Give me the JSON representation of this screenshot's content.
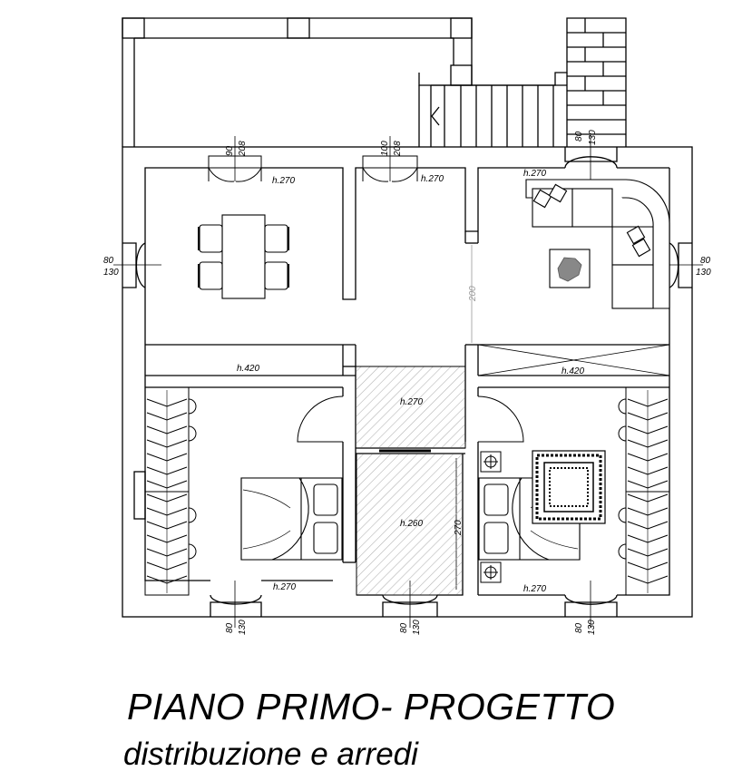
{
  "title": "PIANO PRIMO- PROGETTO",
  "subtitle": "distribuzione e arredi",
  "heights": {
    "dining": "h.270",
    "hall": "h.270",
    "living": "h.270",
    "closet_left": "h.420",
    "closet_right": "h.420",
    "landing": "h.270",
    "corridor": "h.260",
    "bedroom_left": "h.270",
    "bedroom_right": "h.270"
  },
  "windows": {
    "top_door_left": [
      "90",
      "208"
    ],
    "top_door_mid": [
      "100",
      "208"
    ],
    "top_right": [
      "80",
      "130"
    ],
    "left": [
      "80",
      "130"
    ],
    "right": [
      "80",
      "130"
    ],
    "bottom_left": [
      "80",
      "130"
    ],
    "bottom_mid": [
      "80",
      "130"
    ],
    "bottom_right": [
      "80",
      "130"
    ]
  },
  "inner_dims": {
    "opening": "200",
    "corridor_length": "270"
  }
}
